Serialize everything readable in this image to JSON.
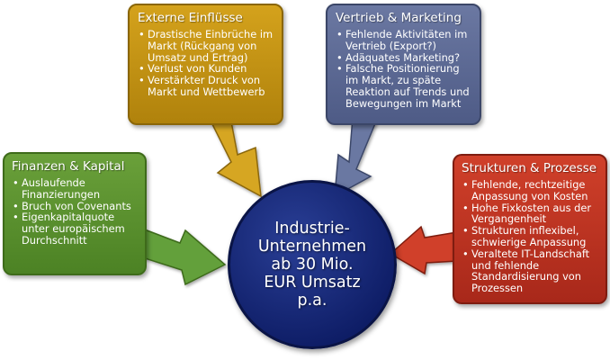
{
  "center": {
    "lines": [
      "Industrie-",
      "Unternehmen",
      "ab 30 Mio.",
      "EUR Umsatz",
      "p.a."
    ]
  },
  "boxes": {
    "externe": {
      "title": "Externe Einflüsse",
      "items": [
        "Drastische Einbrüche im Markt (Rückgang von Umsatz und Ertrag)",
        "Verlust von Kunden",
        "Verstärkter Druck von Markt und Wettbewerb"
      ],
      "color": "#c4920f"
    },
    "vertrieb": {
      "title": "Vertrieb & Marketing",
      "items": [
        "Fehlende Aktivitäten im Vertrieb (Export?)",
        "Adäquates Marketing?",
        "Falsche Positionierung im Markt, zu späte Reaktion auf Trends und Bewegungen im Markt"
      ],
      "color": "#5a6894"
    },
    "finanzen": {
      "title": "Finanzen & Kapital",
      "items": [
        "Auslaufende Finanzierungen",
        "Bruch von Covenants",
        "Eigenkapitalquote unter europäischem Durchschnitt"
      ],
      "color": "#5a922e"
    },
    "strukturen": {
      "title": "Strukturen & Prozesse",
      "items": [
        "Fehlende, rechtzeitige Anpassung von Kosten",
        "Hohe Fixkosten aus der Vergangenheit",
        "Strukturen inflexibel, schwierige Anpassung",
        "Veraltete IT-Landschaft und fehlende Standardisierung von Prozessen"
      ],
      "color": "#be3422"
    }
  }
}
